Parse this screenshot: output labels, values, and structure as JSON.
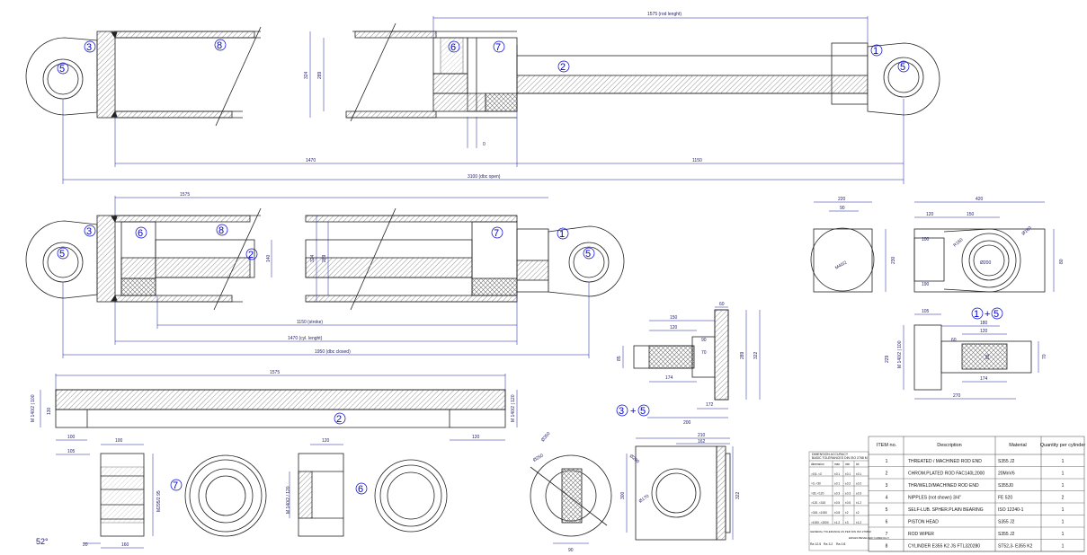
{
  "colors": {
    "line": "#222222",
    "dimension": "#1a1a99",
    "label": "#0000cc",
    "hatch": "#666666"
  },
  "dimensions": {
    "top_rod_length": "1575 (rod lenght)",
    "top_cyl": "1470",
    "top_stroke": "1150",
    "top_open": "3100 (dbc open)",
    "top_h1": "324",
    "top_h2": "289",
    "top_zero": "0",
    "mid_cyl": "1575",
    "mid_stroke": "1150 (stroke)",
    "mid_cyl_len": "1470 (cyl. lenght)",
    "mid_closed": "1950 (dbc closed)",
    "mid_h1": "324",
    "mid_h2": "289",
    "mid_rod": "140",
    "rod_len": "1575",
    "rod_thread_l": "M 140/2 | 100",
    "rod_dia": "130",
    "rod_thread_r": "M 140/2 | 120",
    "rod_end_l": "100",
    "rod_end_l2": "105",
    "rod_end_r": "120",
    "piston_w": "100",
    "piston_len": "160",
    "piston_sub": "20",
    "piston_thread": "M295/2 95",
    "wiper_w": "120",
    "wiper_thread": "M 140/2 / 120",
    "angle": "52°",
    "c_150": "150",
    "c_120": "120",
    "c_90": "90",
    "c_60": "60",
    "c_70": "70",
    "c_289": "289",
    "c_322": "322",
    "c_174": "174",
    "c_172": "172",
    "c_200": "200",
    "c_85": "85",
    "tr_220": "220",
    "tr_90": "90",
    "tr_420": "420",
    "tr_120": "120",
    "tr_150": "150",
    "tr_100": "100",
    "tr_230": "230",
    "tr_190": "190",
    "tr_80": "80",
    "tr_ra": "R160",
    "tr_ra2": "Ø160",
    "tr_m": "M40/2",
    "tr_diam": "Ø200",
    "r1_105": "105",
    "r1_180": "180",
    "r1_120": "120",
    "r1_229": "229",
    "r1_270": "270",
    "r1_174": "174",
    "r1_60": "60",
    "r1_70": "70",
    "r1_85": "85",
    "r1_m": "M 140/2 | 100",
    "f_210": "210",
    "f_162": "162",
    "f_300": "300",
    "f_322": "322",
    "f_90": "90",
    "f_phi": "Ø350",
    "f_phi2": "Ø250",
    "f_phi3": "Ø200",
    "f_phi4": "Ø170",
    "f_phi5": "Ø322"
  },
  "labels": {
    "l1": "1",
    "l2": "2",
    "l3": "3",
    "l5": "5",
    "l6": "6",
    "l7": "7",
    "l8": "8",
    "plus": "+",
    "combo_1_5": "1 + 5",
    "combo_3_5": "3 + 5"
  },
  "tolerance_table": {
    "title1": "DIMENSION ACCURACY",
    "title2": "BASIC TOLERANCES DIN ISO 2768 M",
    "rows": [
      [
        "dimension",
        "max",
        "min",
        "tol"
      ],
      [
        ">0,5..<3",
        "±0.1",
        "±0.1",
        "±0.1"
      ],
      [
        ">3..<30",
        "±0.1",
        "±0.2",
        "±0.2"
      ],
      [
        ">30..<120",
        "±0.3",
        "±0.3",
        "±0.3"
      ],
      [
        ">120..<315",
        "±0.5",
        "±0.5",
        "±1.2"
      ],
      [
        ">315..<1000",
        "±0.8",
        "±2",
        "±2"
      ],
      [
        ">1000..<2000",
        "±1.2",
        "±3",
        "±1.2"
      ]
    ],
    "note": "GENERAL TOLERANCE AS PER DIN ISO 2768 M",
    "surface": [
      "Ra 12.5",
      "Ra 3.2",
      "Ra 0.8"
    ],
    "edge": "EDGES BEVELLED CAREFULLY"
  },
  "bom": {
    "headers": [
      "ITEM no.",
      "Description",
      "Material",
      "Quantity per cylinder"
    ],
    "rows": [
      [
        "1",
        "THREATED / MACHINED ROD END",
        "S355 J2",
        "1"
      ],
      [
        "2",
        "CHROM.PLATED ROD FAC140L2000",
        "20MnV6",
        "1"
      ],
      [
        "3",
        "THR/WELD/MACHINED ROD END",
        "S355J0",
        "1"
      ],
      [
        "4",
        "NIPPLES (not shown) 3/4\"",
        "FE 520",
        "2"
      ],
      [
        "5",
        "SELF-LUB. SPHER.PLAIN BEARING",
        "ISO 12240-1",
        "1"
      ],
      [
        "6",
        "PISTON HEAD",
        "S355 J2",
        "1"
      ],
      [
        "7",
        "ROD WIPER",
        "S355 J2",
        "1"
      ],
      [
        "8",
        "CYLINDER E355 K2 JS FTL320280",
        "ST52,3- E355 K2",
        "1"
      ]
    ]
  }
}
